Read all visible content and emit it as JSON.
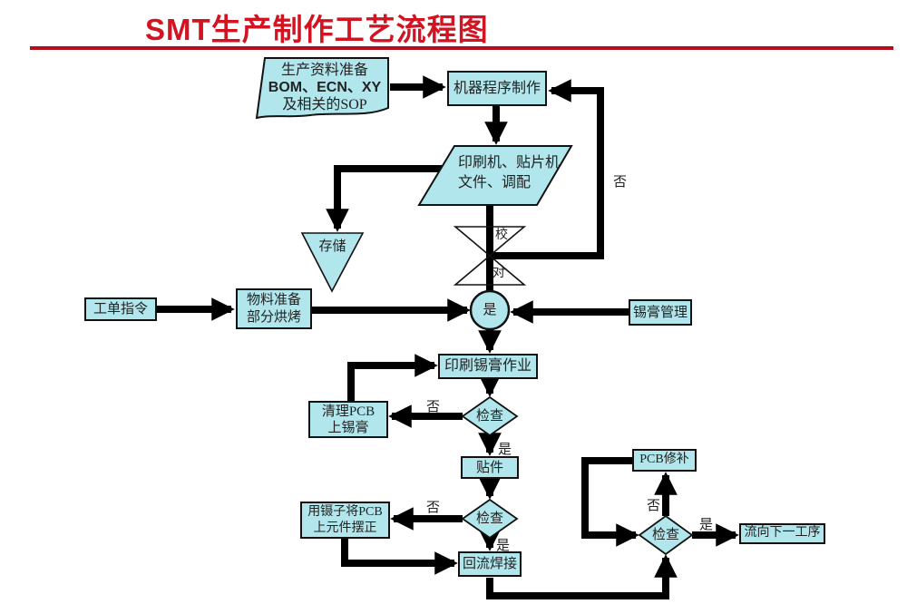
{
  "title": "SMT生产制作工艺流程图",
  "nodes": {
    "doc1": "生产资料准备",
    "doc2": "BOM、ECN、XY",
    "doc3": "及相关的SOP",
    "machine": "机器程序制作",
    "files1": "印刷机、贴片机",
    "files2": "文件、调配",
    "storage": "存储",
    "work_order": "工单指令",
    "material1": "物料准备",
    "material2": "部分烘烤",
    "yes_circle": "是",
    "solder": "锡膏管理",
    "print": "印刷锡膏作业",
    "check1": "检查",
    "clean1": "清理PCB",
    "clean2": "上锡膏",
    "place": "贴件",
    "check2": "检查",
    "tweezer1": "用镊子将PCB",
    "tweezer2": "上元件摆正",
    "reflow": "回流焊接",
    "check3": "检查",
    "repair": "PCB修补",
    "next_step": "流向下一工序"
  },
  "edge_labels": {
    "no_program": "否",
    "proof_top": "校",
    "proof_bottom": "对",
    "no1": "否",
    "yes1": "是",
    "no2": "否",
    "yes2": "是",
    "no3": "否",
    "yes3": "是"
  },
  "colors": {
    "title_red": "#d11322",
    "rule_red": "#b20e1c",
    "node_fill": "#b0e6ec",
    "node_border": "#121212",
    "arrow": "#000000",
    "text": "#222222"
  }
}
